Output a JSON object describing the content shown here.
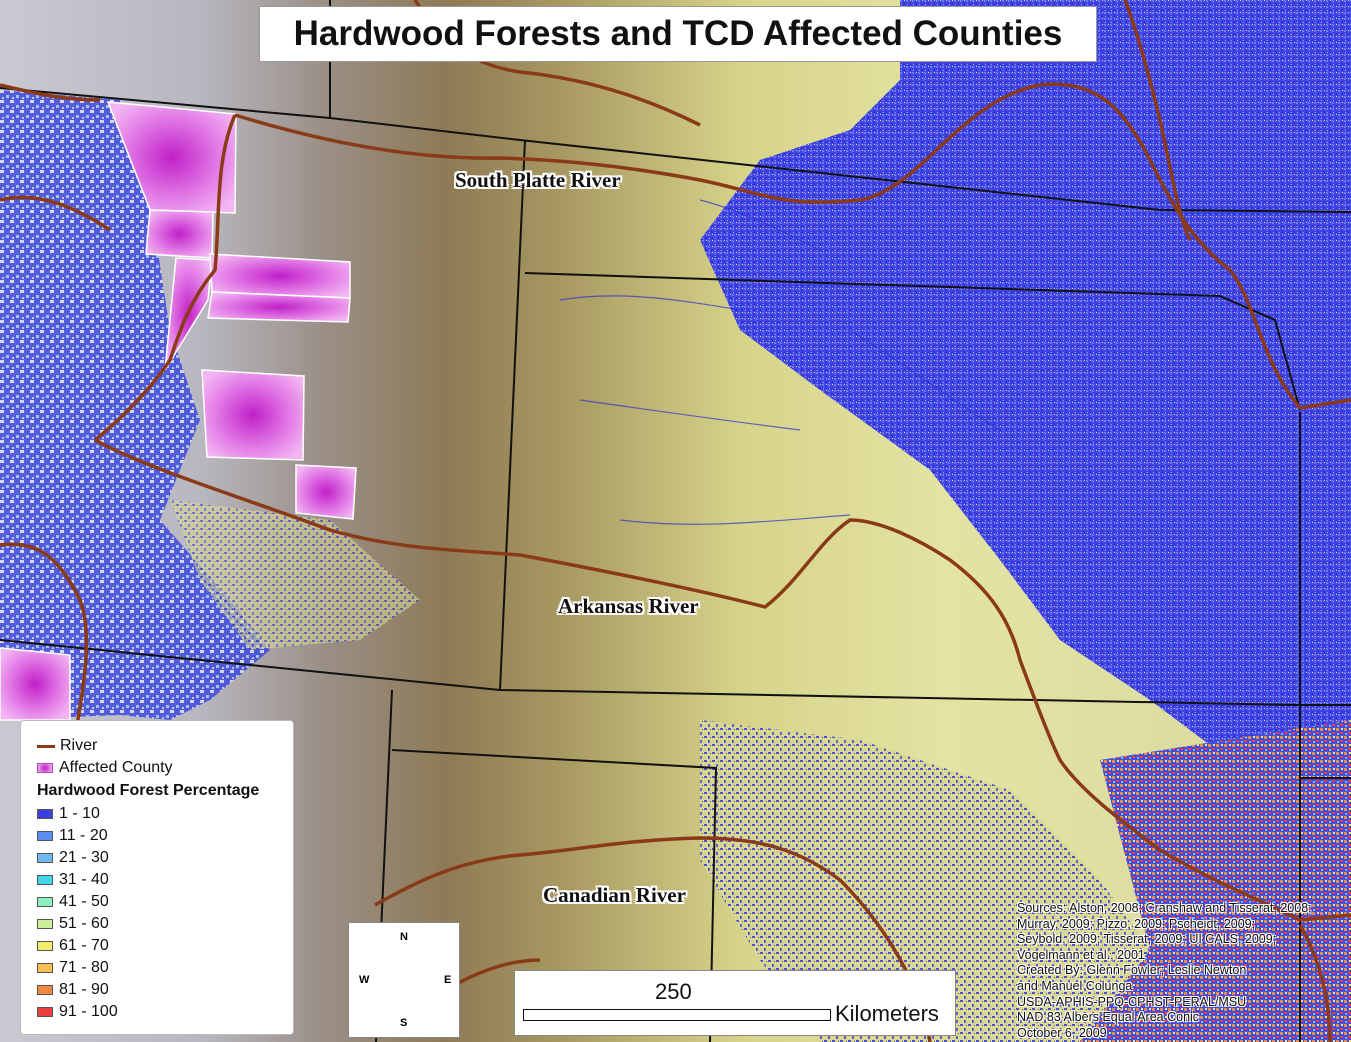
{
  "title": "Hardwood Forests and TCD Affected Counties",
  "rivers": {
    "south_platte": "South Platte River",
    "arkansas": "Arkansas River",
    "canadian": "Canadian River"
  },
  "legend": {
    "river_label": "River",
    "affected_label": "Affected County",
    "heading": "Hardwood Forest Percentage",
    "classes": [
      {
        "label": "1 - 10",
        "color": "#3b3fe0"
      },
      {
        "label": "11 - 20",
        "color": "#5b8cf0"
      },
      {
        "label": "21 - 30",
        "color": "#6fb8f2"
      },
      {
        "label": "31 - 40",
        "color": "#3fd6e6"
      },
      {
        "label": "41 - 50",
        "color": "#8ef0c0"
      },
      {
        "label": "51 - 60",
        "color": "#cfee9a"
      },
      {
        "label": "61 - 70",
        "color": "#f2ee6a"
      },
      {
        "label": "71 - 80",
        "color": "#f5c050"
      },
      {
        "label": "81 - 90",
        "color": "#f08a40"
      },
      {
        "label": "91 - 100",
        "color": "#e8403a"
      }
    ],
    "river_color": "#8b3a17",
    "affected_color": "#e070e0"
  },
  "compass": {
    "n": "N",
    "s": "S",
    "e": "E",
    "w": "W"
  },
  "scale": {
    "value": "250",
    "unit": "Kilometers"
  },
  "sources": [
    "Sources: Alston, 2008; Cranshaw and Tisserat, 2008;",
    "Murray, 2009; Pizzo, 2009; Pscheidt, 2009;",
    "Seybold, 2009; Tisserat, 2009; UI CALS, 2009;",
    "Vogelmann et al., 2001",
    "Created By: Glenn Fowler; Leslie Newton",
    "and Manuel Colunga",
    "USDA-APHIS-PPQ-CPHST-PERAL/MSU",
    "NAD 83 Albers Equal Area Conic",
    "October 6, 2009"
  ]
}
